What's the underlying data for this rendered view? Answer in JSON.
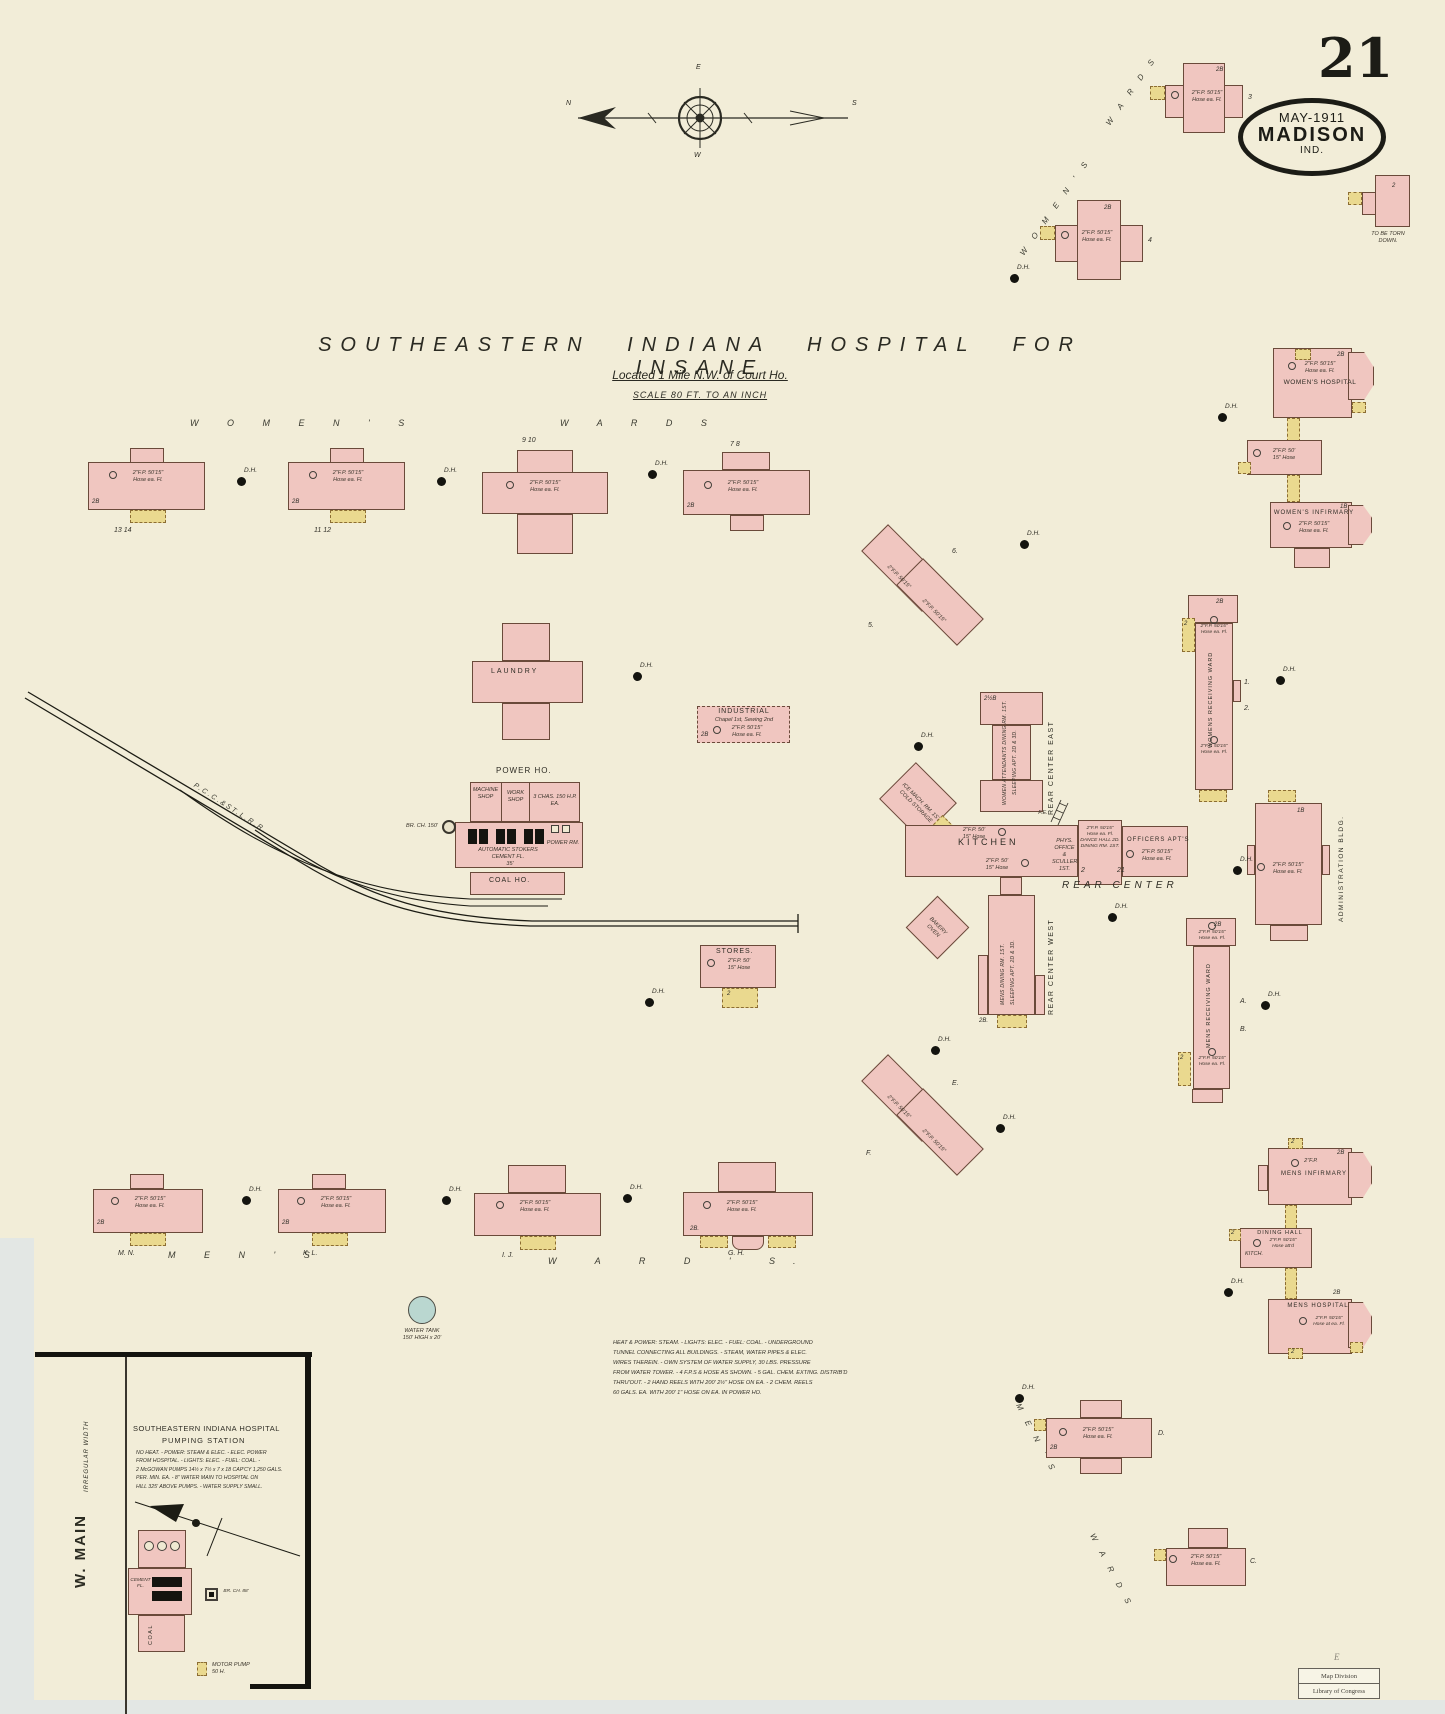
{
  "page": {
    "number": "21",
    "date": "MAY-1911",
    "city": "MADISON",
    "state": "IND."
  },
  "title": {
    "main": "SOUTHEASTERN INDIANA HOSPITAL FOR INSANE",
    "location": "Located 1 Mile N.W. of Court Ho.",
    "scale": "SCALE 80 FT. TO AN INCH"
  },
  "compass": {
    "n": "N",
    "e": "E",
    "s": "S",
    "w": "W"
  },
  "common": {
    "dh": "D.H.",
    "fe": "F.E.",
    "fp_a1": "2\"F.P. 50'15\"",
    "fp_a2": "Hose ea. Fl.",
    "fp_b1": "2\"F.P. 50'",
    "fp_b2": "15\" Hose",
    "fp_c": "2\"F.P.",
    "two": "2",
    "one": "1"
  },
  "areas": {
    "womens_left": "W O M E N ' S",
    "wards_left": "W A R D S",
    "womens_diag": "W O M E N ' S",
    "wards_diag": "W A R D S",
    "mens_bottom": "M E N ' S",
    "wards_bottom": "W A R D ' S.",
    "mens_diag": "M E N ' S",
    "wards_diag2": "W A R D S"
  },
  "bld": {
    "laundry": "LAUNDRY",
    "industrial": {
      "name": "INDUSTRIAL",
      "sub": "Chapel 1st, Sewing 2nd",
      "floors": "2B"
    },
    "power": {
      "title": "POWER HO.",
      "machine": "MACHINE SHOP",
      "work": "WORK SHOP",
      "chimneys": "3 CHAS. 150 H.P. EA.",
      "stokers": "AUTOMATIC STOKERS",
      "cement": "CEMENT FL.",
      "power_rm": "POWER RM.",
      "dim": "35'",
      "chimney": "BR. CH. 150'"
    },
    "coal": "COAL HO.",
    "stores": "STORES.",
    "kitchen": "KITCHEN",
    "rear_center": "REAR CENTER",
    "rce": {
      "label": "REAR CENTER EAST",
      "int1": "WOMEN ATTENDANTS DINING RM. 1ST.",
      "int2": "SLEEPING APT. 2D & 3D.",
      "floors": "2½B"
    },
    "rcw": {
      "label": "REAR CENTER WEST",
      "int1": "MENS DINING RM. 1ST.",
      "int2": "SLEEPING APT. 2D & 3D.",
      "floors": "2B."
    },
    "cold": {
      "l1": "ICE MACH. RM. 1ST.",
      "l2": "COLD STORAGE"
    },
    "bakery": {
      "l1": "BAKERY",
      "l2": "OVEN"
    },
    "dance": {
      "l1": "DANCE HALL 2D.",
      "l2": "DINING RM. 1ST.",
      "l3": "PHYS. OFFICE &",
      "l4": "SCULLERY 1ST."
    },
    "officers": {
      "name": "OFFICERS APT'S",
      "n1": "2",
      "n2": "21"
    },
    "womens_hospital": {
      "name": "WOMEN'S HOSPITAL",
      "floors": "2B"
    },
    "womens_infirmary": {
      "name": "WOMEN'S INFIRMARY",
      "floors": "1B"
    },
    "womens_receiving": {
      "label": "WOMENS RECEIVING WARD",
      "floors": "2B",
      "n1": "1.",
      "n2": "2."
    },
    "administration": {
      "label": "ADMINISTRATION BLDG.",
      "floors": "1B"
    },
    "mens_receiving": {
      "label": "MENS RECEIVING WARD",
      "floors": "2B",
      "n1": "A.",
      "n2": "B."
    },
    "mens_infirmary": {
      "name": "MENS INFIRMARY",
      "floors": "2B"
    },
    "dining_hall": {
      "name": "DINING HALL",
      "hose": "Hose att'd",
      "kitch": "KITCH."
    },
    "mens_hospital": {
      "name": "MENS HOSPITAL",
      "hose": "Hose at ea. Fl.",
      "floors": "2B"
    },
    "torn": {
      "note1": "TO BE TORN",
      "note2": "DOWN.",
      "n": "2"
    }
  },
  "wards": {
    "w1": "13        14",
    "w1f": "2B",
    "w2": "11        12",
    "w2f": "2B",
    "w3": "9        10",
    "w4": "7        8",
    "w4f": "2B",
    "n3": "3",
    "n4": "4",
    "n5": "5.",
    "n6": "6.",
    "m1": "M.      N.",
    "m1f": "2B",
    "m2": "K.      L.",
    "m2f": "2B",
    "m3": "I.      J.",
    "m4": "G.      H.",
    "m4f": "2B.",
    "ne": "E.",
    "nf": "F.",
    "nc": "C.",
    "nd": "D."
  },
  "water_tank": {
    "l1": "WATER TANK",
    "l2": "150' HIGH x 20'"
  },
  "railroad": "P.C.C.&ST.L.R.R.",
  "notes": {
    "l1": "HEAT & POWER: STEAM. - LIGHTS: ELEC. - FUEL: COAL. - UNDERGROUND",
    "l2": "TUNNEL CONNECTING ALL BUILDINGS. - STEAM, WATER PIPES & ELEC.",
    "l3": "WIRES THEREIN. - OWN SYSTEM OF WATER SUPPLY, 30 LBS. PRESSURE",
    "l4": "FROM WATER TOWER. - 4 F.P.S & HOSE AS SHOWN. - 5 GAL. CHEM. EXTING. DISTRIB'D",
    "l5": "THRU'OUT. - 2 HAND REELS WITH 200' 2½\" HOSE ON EA. - 2 CHEM. REELS",
    "l6": "60 GALS. EA. WITH 200' 1\" HOSE ON EA. IN POWER HO."
  },
  "inset": {
    "street": "W. MAIN",
    "street_note": "IRREGULAR WIDTH",
    "title1": "SOUTHEASTERN INDIANA HOSPITAL",
    "title2": "PUMPING STATION",
    "b1": "NO HEAT. - POWER: STEAM & ELEC. - ELEC. POWER",
    "b2": "FROM HOSPITAL. - LIGHTS: ELEC. - FUEL: COAL. -",
    "b3": "2 McGOWAN PUMPS 14½ x 7½ x 7 x 18 CAP'CY 1,250 GALS.",
    "b4": "PER. MIN. EA. - 8\" WATER MAIN TO HOSPITAL ON",
    "b5": "HILL 325' ABOVE PUMPS. - WATER SUPPLY SMALL.",
    "cement": "CEMENT FL.",
    "coal": "COAL",
    "chimney": "BR. CH. 88'",
    "motor1": "MOTOR PUMP",
    "motor2": "50 H."
  },
  "stamp": {
    "line1": "Map Division",
    "line2": "Library of Congress",
    "mark": "E"
  },
  "colors": {
    "paper": "#f2edd8",
    "pink": "#f0c6c0",
    "porch": "#ead98f",
    "water": "#bad7d0",
    "ink": "#25251d",
    "wall": "#6a4a3a"
  }
}
